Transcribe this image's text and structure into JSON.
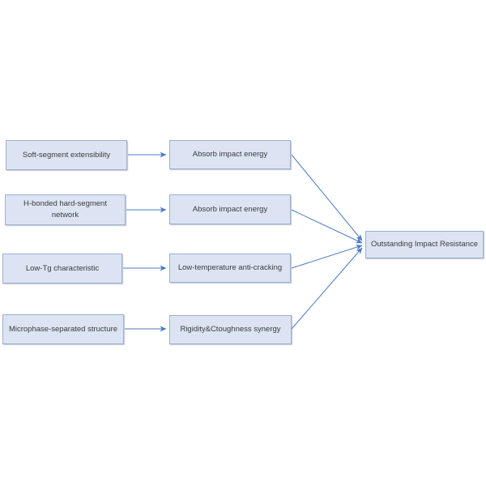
{
  "diagram": {
    "title": "impact-resistance mechanism flowchart",
    "colors": {
      "node_fill": "#dce4f3",
      "node_border": "#9fafcd",
      "arrow": "#4c7bc2",
      "text": "#3a3a3a",
      "background": "#ffffff"
    },
    "nodes": {
      "left": [
        {
          "id": "soft-segment-extensibility",
          "label": "Soft-segment extensibility"
        },
        {
          "id": "h-bonded-hard-segment-network",
          "label": "H-bonded hard-segment network"
        },
        {
          "id": "low-tg-characteristic",
          "label": "Low-Tg characteristic"
        },
        {
          "id": "microphase-separated-structure",
          "label": "Microphase-separated structure"
        }
      ],
      "middle": [
        {
          "id": "absorb-impact-energy-1",
          "label": "Absorb impact energy"
        },
        {
          "id": "absorb-impact-energy-2",
          "label": "Absorb impact energy"
        },
        {
          "id": "low-temperature-anti-cracking",
          "label": "Low-temperature anti-cracking"
        },
        {
          "id": "rigidity-toughness-synergy",
          "label": "Rigidity&Ctoughness synergy"
        }
      ],
      "right": [
        {
          "id": "outstanding-impact-resistance",
          "label": "Outstanding Impact Resistance"
        }
      ]
    },
    "edges": [
      {
        "from": "soft-segment-extensibility",
        "to": "absorb-impact-energy-1"
      },
      {
        "from": "h-bonded-hard-segment-network",
        "to": "absorb-impact-energy-2"
      },
      {
        "from": "low-tg-characteristic",
        "to": "low-temperature-anti-cracking"
      },
      {
        "from": "microphase-separated-structure",
        "to": "rigidity-toughness-synergy"
      },
      {
        "from": "absorb-impact-energy-1",
        "to": "outstanding-impact-resistance"
      },
      {
        "from": "absorb-impact-energy-2",
        "to": "outstanding-impact-resistance"
      },
      {
        "from": "low-temperature-anti-cracking",
        "to": "outstanding-impact-resistance"
      },
      {
        "from": "rigidity-toughness-synergy",
        "to": "outstanding-impact-resistance"
      }
    ]
  }
}
